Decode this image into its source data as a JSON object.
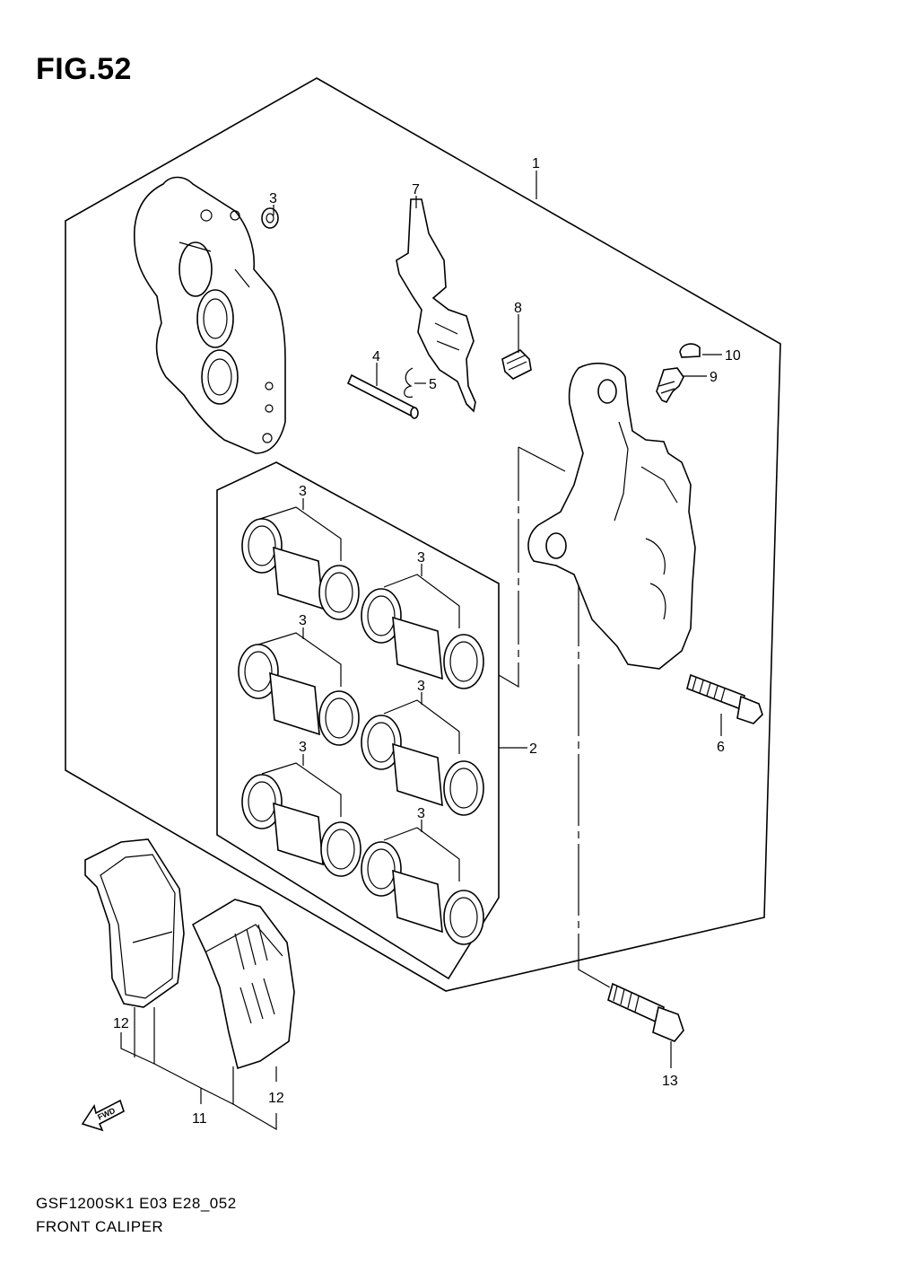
{
  "figure": {
    "title": "FIG.52",
    "code": "GSF1200SK1 E03 E28_052",
    "name": "FRONT CALIPER"
  },
  "fwd_arrow": {
    "label": "FWD"
  },
  "callouts": {
    "c1": "1",
    "c2": "2",
    "c3_bracket": "3",
    "c3_a": "3",
    "c3_b": "3",
    "c3_c": "3",
    "c3_d": "3",
    "c3_e": "3",
    "c3_f": "3",
    "c4": "4",
    "c5": "5",
    "c6": "6",
    "c7": "7",
    "c8": "8",
    "c9": "9",
    "c10": "10",
    "c11": "11",
    "c12_left": "12",
    "c12_right": "12",
    "c13": "13"
  }
}
